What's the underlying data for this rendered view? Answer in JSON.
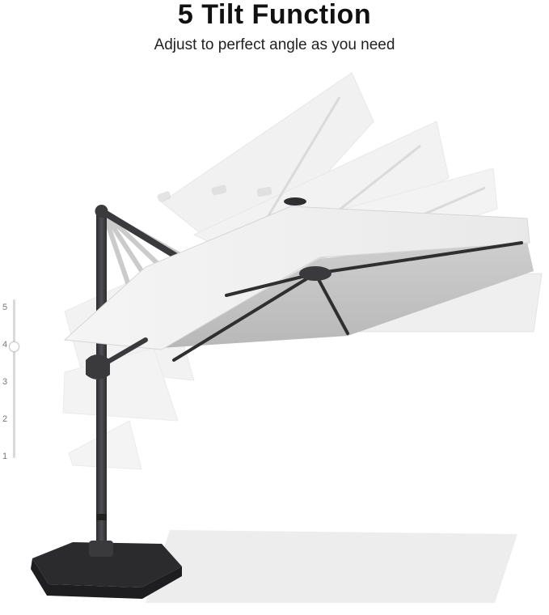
{
  "header": {
    "title": "5 Tilt Function",
    "subtitle": "Adjust to perfect angle as you need"
  },
  "tilt_scale": {
    "labels": [
      "5",
      "4",
      "3",
      "2",
      "1"
    ],
    "current_level": "4"
  },
  "illustration": {
    "subject": "cantilever-umbrella-icon",
    "canopy_color": "#f2f2f2",
    "frame_color": "#3a3a3c",
    "base_color": "#2b2b2d"
  }
}
